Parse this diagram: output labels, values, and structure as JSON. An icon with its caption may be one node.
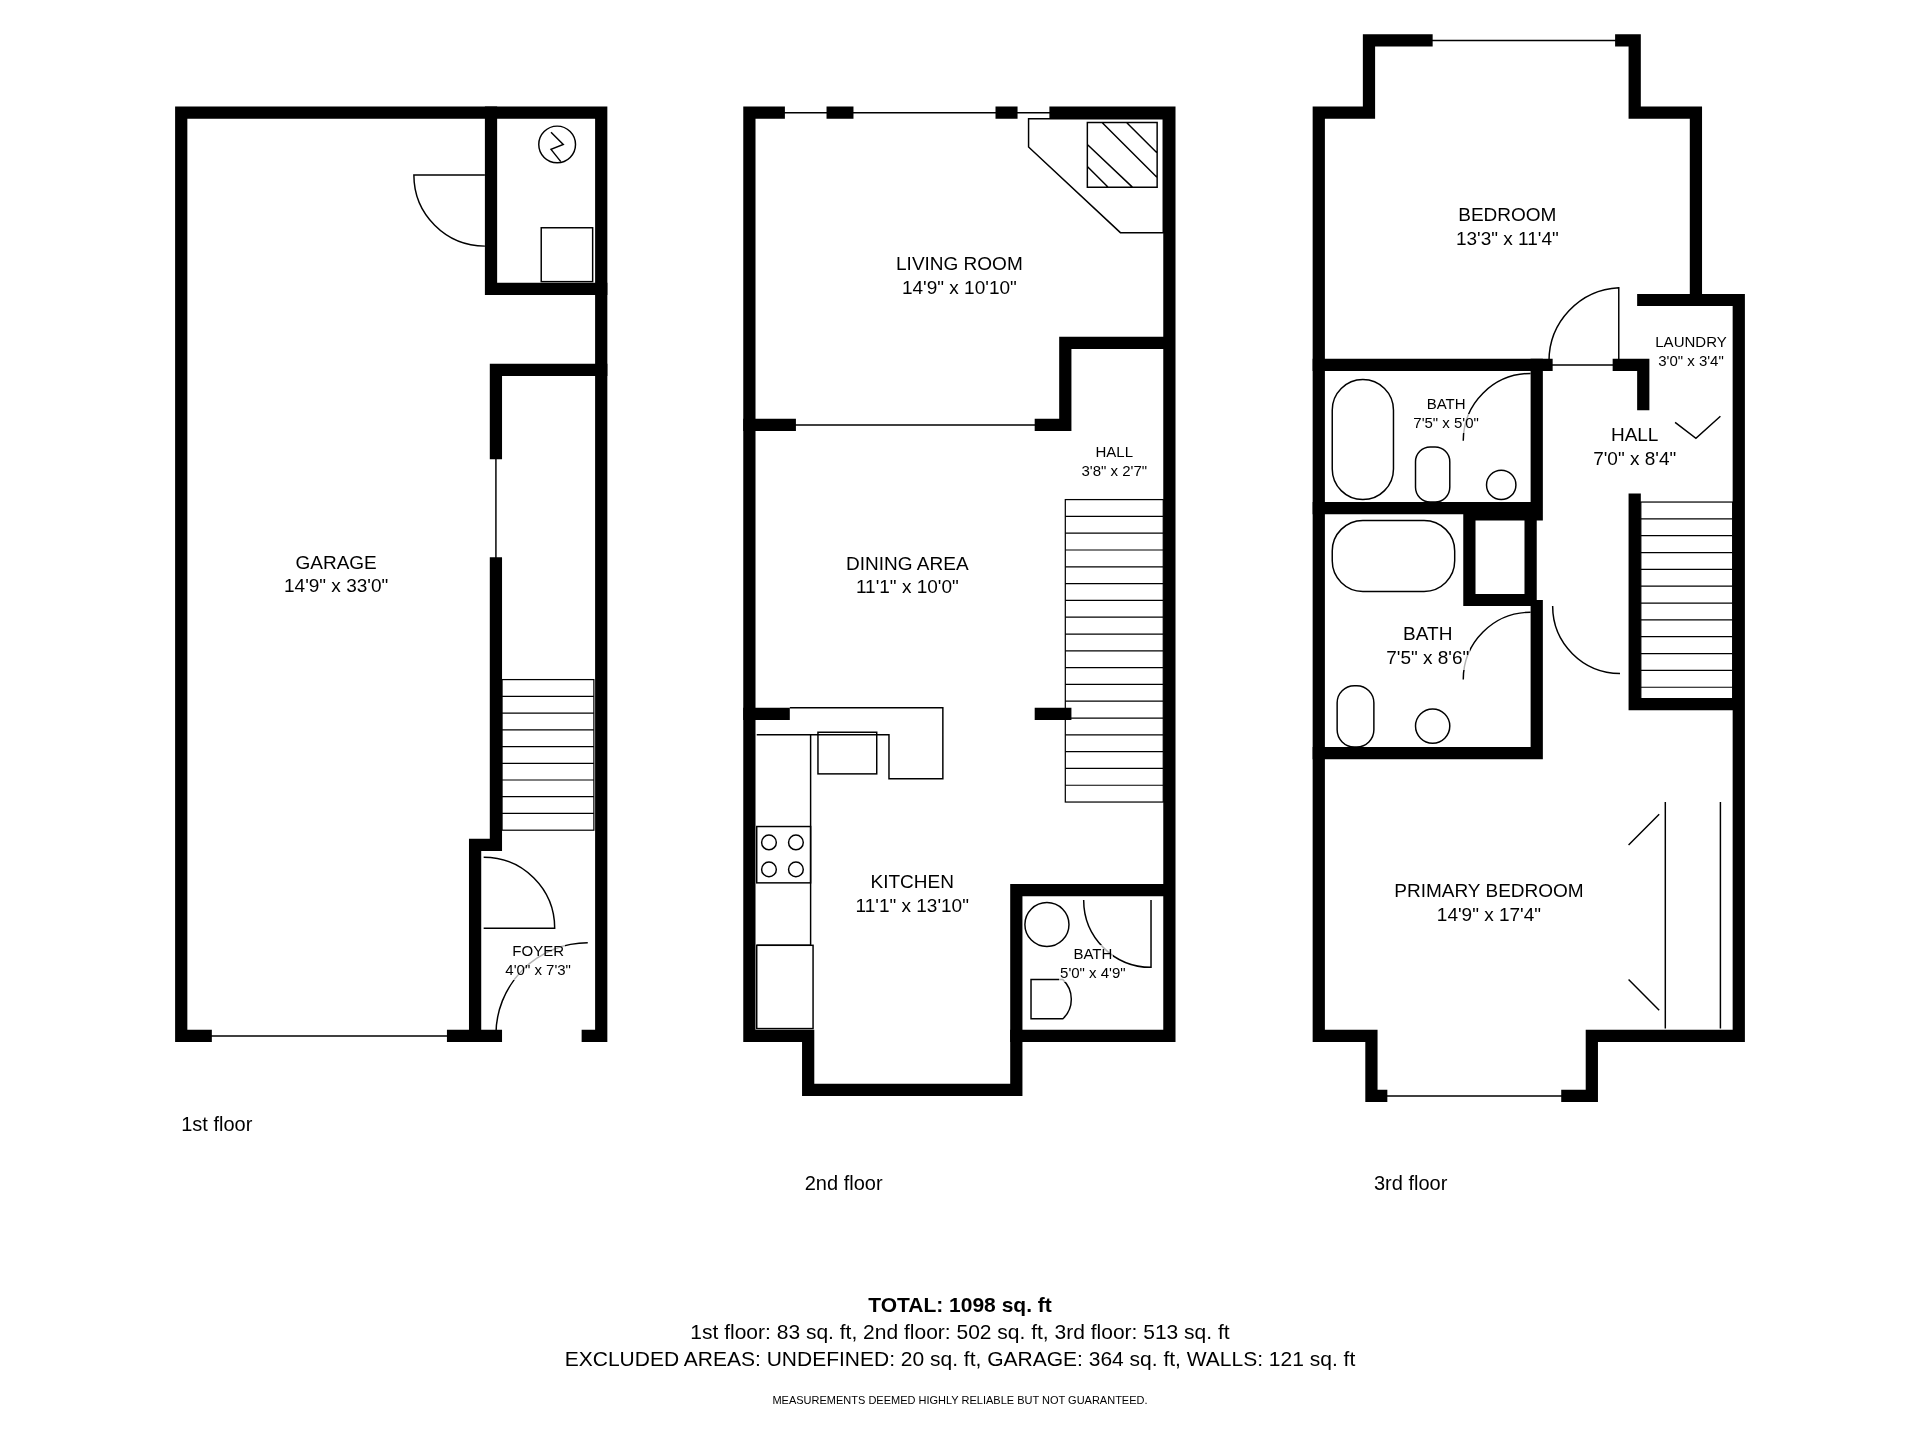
{
  "diagram": {
    "nodes": [
      {
        "text": [
          "GARAGE",
          "14'9\" x 33'0\""
        ]
      },
      {
        "text": [
          "FOYER",
          "4'0\" x 7'3\""
        ]
      },
      {
        "text": [
          "LIVING ROOM",
          "14'9\" x 10'10\""
        ]
      },
      {
        "text": [
          "HALL",
          "3'8\" x 2'7\""
        ]
      },
      {
        "text": [
          "DINING AREA",
          "11'1\" x 10'0\""
        ]
      },
      {
        "text": [
          "KITCHEN",
          "11'1\" x 13'10\""
        ]
      },
      {
        "text": [
          "BATH",
          "5'0\" x 4'9\""
        ]
      },
      {
        "text": [
          "BEDROOM",
          "13'3\" x 11'4\""
        ]
      },
      {
        "text": [
          "LAUNDRY",
          "3'0\" x 3'4\""
        ]
      },
      {
        "text": [
          "BATH",
          "7'5\" x 5'0\""
        ]
      },
      {
        "text": [
          "HALL",
          "7'0\" x 8'4\""
        ]
      },
      {
        "text": [
          "BATH",
          "7'5\" x 8'6\""
        ]
      },
      {
        "text": [
          "PRIMARY BEDROOM",
          "14'9\" x 17'4\""
        ]
      }
    ],
    "labels": [
      "1st floor",
      "2nd floor",
      "3rd floor",
      "TOTAL: 1098 sq. ft",
      "1st floor: 83 sq. ft, 2nd floor: 502 sq. ft, 3rd floor: 513 sq. ft",
      "EXCLUDED AREAS: UNDEFINED: 20 sq. ft, GARAGE: 364 sq. ft, WALLS: 121 sq. ft",
      "MEASUREMENTS DEEMED HIGHLY RELIABLE BUT NOT GUARANTEED."
    ]
  }
}
